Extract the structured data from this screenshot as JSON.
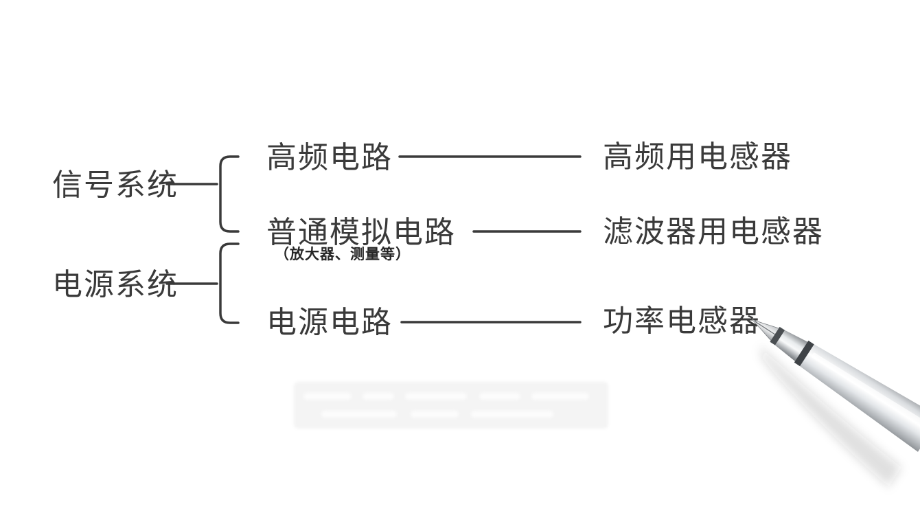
{
  "diagram": {
    "systems": [
      {
        "label": "信号系统"
      },
      {
        "label": "电源系统"
      }
    ],
    "circuits": [
      {
        "label": "高频电路",
        "note": ""
      },
      {
        "label": "普通模拟电路",
        "note": "（放大器、测量等）"
      },
      {
        "label": "电源电路",
        "note": ""
      }
    ],
    "inductors": [
      {
        "label": "高频用电感器"
      },
      {
        "label": "滤波器用电感器"
      },
      {
        "label": "功率电感器"
      }
    ],
    "colors": {
      "text": "#3a3a3a",
      "line": "#3a3a3a",
      "background": "#ffffff"
    },
    "decoration": {
      "pen": "chrome-fountain-pen"
    }
  }
}
